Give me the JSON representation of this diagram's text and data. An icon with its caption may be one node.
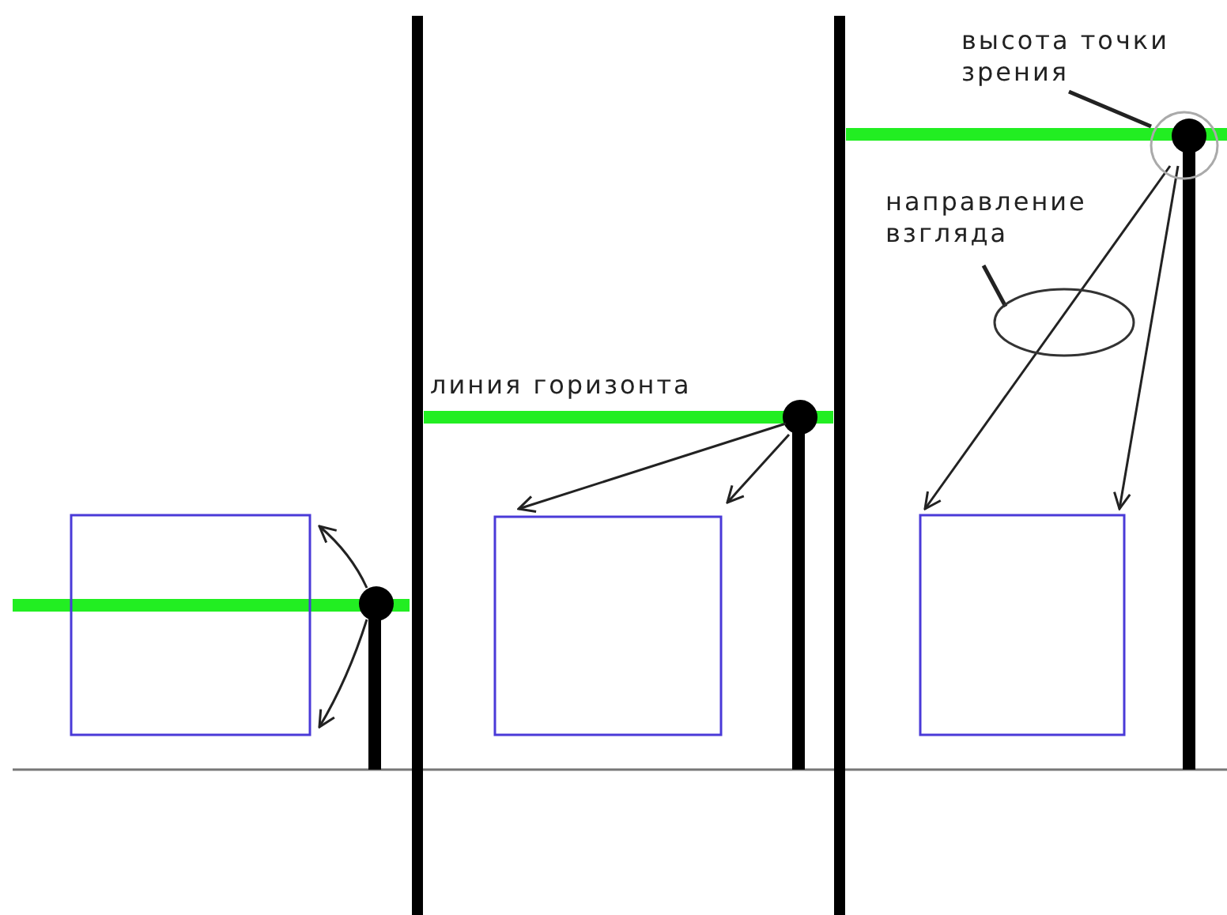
{
  "diagram": {
    "nodes": [
      {
        "text": [
          "высота точки зрения"
        ]
      },
      {
        "text": [],
        "shape": "circle"
      },
      {
        "text": [
          "направление взгляда"
        ]
      },
      {
        "text": [],
        "shape": "ellipse"
      }
    ],
    "edges": [
      {
        "from": 0,
        "to": 1,
        "arrow": "none"
      },
      {
        "from": 2,
        "to": 3,
        "arrow": "none"
      }
    ],
    "labels": [
      "линия горизонта"
    ]
  }
}
